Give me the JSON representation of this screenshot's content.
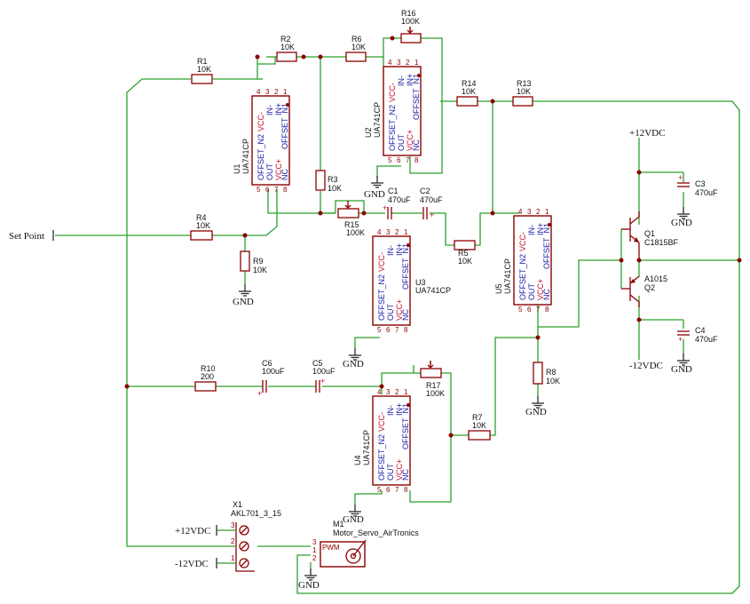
{
  "resistors": [
    {
      "name": "R1",
      "value": "10K"
    },
    {
      "name": "R2",
      "value": "10K"
    },
    {
      "name": "R3",
      "value": "10K"
    },
    {
      "name": "R4",
      "value": "10K"
    },
    {
      "name": "R5",
      "value": "10K"
    },
    {
      "name": "R6",
      "value": "10K"
    },
    {
      "name": "R7",
      "value": "10K"
    },
    {
      "name": "R8",
      "value": "10K"
    },
    {
      "name": "R9",
      "value": "10K"
    },
    {
      "name": "R10",
      "value": "200"
    },
    {
      "name": "R13",
      "value": "10K"
    },
    {
      "name": "R14",
      "value": "10K"
    }
  ],
  "pots": [
    {
      "name": "R15",
      "value": "100K"
    },
    {
      "name": "R16",
      "value": "100K"
    },
    {
      "name": "R17",
      "value": "100K"
    }
  ],
  "caps": [
    {
      "name": "C1",
      "value": "470uF"
    },
    {
      "name": "C2",
      "value": "470uF"
    },
    {
      "name": "C3",
      "value": "470uF"
    },
    {
      "name": "C4",
      "value": "470uF"
    },
    {
      "name": "C5",
      "value": "100uF"
    },
    {
      "name": "C6",
      "value": "100uF"
    }
  ],
  "opamps": [
    {
      "name": "U1",
      "part": "UA741CP"
    },
    {
      "name": "U2",
      "part": "UA741CP"
    },
    {
      "name": "U3",
      "part": "UA741CP"
    },
    {
      "name": "U4",
      "part": "UA741CP"
    },
    {
      "name": "U5",
      "part": "UA741CP"
    }
  ],
  "opamp_pins": {
    "left": [
      "VCC-",
      "IN-",
      "IN+",
      "OFFSET_N2",
      "OUT",
      "VCC+"
    ],
    "right": [
      "OFFSET_N1",
      "NC"
    ],
    "nums": [
      "4",
      "3",
      "2",
      "1",
      "5",
      "6",
      "7",
      "8"
    ]
  },
  "transistors": [
    {
      "name": "Q1",
      "part": "C1815BF"
    },
    {
      "name": "Q2",
      "part": "A1015"
    }
  ],
  "connector": {
    "name": "X1",
    "part": "AKL701_3_15",
    "pins": [
      "3",
      "2",
      "1"
    ]
  },
  "motor": {
    "name": "M1",
    "part": "Motor_Servo_AirTronics",
    "pin_label": "PWM",
    "pins": [
      "3",
      "1",
      "2"
    ]
  },
  "labels": {
    "set_point": "Set Point",
    "gnd": "GND",
    "vpos": "+12VDC",
    "vneg": "-12VDC"
  }
}
